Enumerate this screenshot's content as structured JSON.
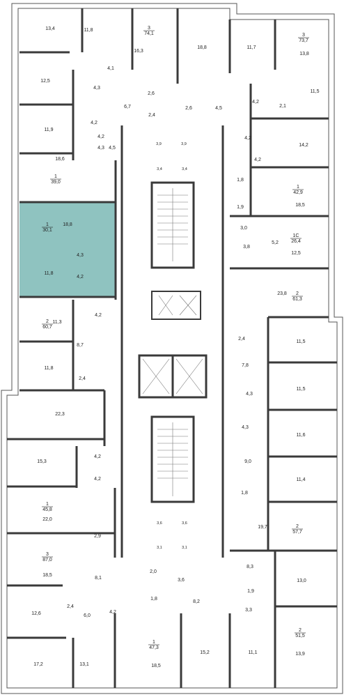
{
  "colors": {
    "wall": "#3a3a3a",
    "highlight": "#8fc3c0",
    "background": "#ffffff"
  },
  "highlighted_apartment": {
    "rooms": "1",
    "area": "30,1"
  },
  "apartments": [
    {
      "id": "a1",
      "rooms": "3",
      "area": "74,1"
    },
    {
      "id": "a2",
      "rooms": "3",
      "area": "73,7"
    },
    {
      "id": "a3",
      "rooms": "1",
      "area": "39,0"
    },
    {
      "id": "a4",
      "rooms": "1",
      "area": "42,9"
    },
    {
      "id": "a5",
      "rooms": "1",
      "area": "30,1"
    },
    {
      "id": "a6",
      "rooms": "1С",
      "area": "26,4"
    },
    {
      "id": "a7",
      "rooms": "2",
      "area": "61,3"
    },
    {
      "id": "a8",
      "rooms": "2",
      "area": "60,7"
    },
    {
      "id": "a9",
      "rooms": "1",
      "area": "45,8"
    },
    {
      "id": "a10",
      "rooms": "2",
      "area": "57,7"
    },
    {
      "id": "a11",
      "rooms": "3",
      "area": "87,0"
    },
    {
      "id": "a12",
      "rooms": "2",
      "area": "51,5"
    },
    {
      "id": "a13",
      "rooms": "1",
      "area": "47,3"
    }
  ],
  "room_areas": [
    "13,4",
    "11,8",
    "16,3",
    "18,8",
    "11,7",
    "13,8",
    "4,1",
    "12,5",
    "4,3",
    "4,2",
    "2,6",
    "6,7",
    "2,4",
    "2,6",
    "4,5",
    "4,5",
    "4,2",
    "2,1",
    "11,5",
    "11,9",
    "4,2",
    "4,3",
    "3,9",
    "3,9",
    "4,2",
    "14,2",
    "18,6",
    "3,4",
    "3,4",
    "4,2",
    "1,8",
    "18,5",
    "1,9",
    "18,8",
    "3,0",
    "4,3",
    "3,8",
    "5,2",
    "12,5",
    "11,8",
    "4,2",
    "23,8",
    "4,2",
    "11,3",
    "2,4",
    "11,5",
    "8,7",
    "7,8",
    "11,8",
    "2,4",
    "11,5",
    "22,3",
    "4,3",
    "4,2",
    "11,6",
    "15,3",
    "4,3",
    "9,0",
    "4,2",
    "11,4",
    "1,8",
    "22,0",
    "3,6",
    "3,6",
    "19,7",
    "3,1",
    "3,1",
    "18,5",
    "2,9",
    "8,3",
    "13,0",
    "8,1",
    "2,0",
    "3,6",
    "1,9",
    "2,4",
    "1,8",
    "8,2",
    "3,3",
    "12,6",
    "6,0",
    "4,2",
    "17,2",
    "13,1",
    "18,5",
    "15,2",
    "11,1",
    "13,9"
  ]
}
